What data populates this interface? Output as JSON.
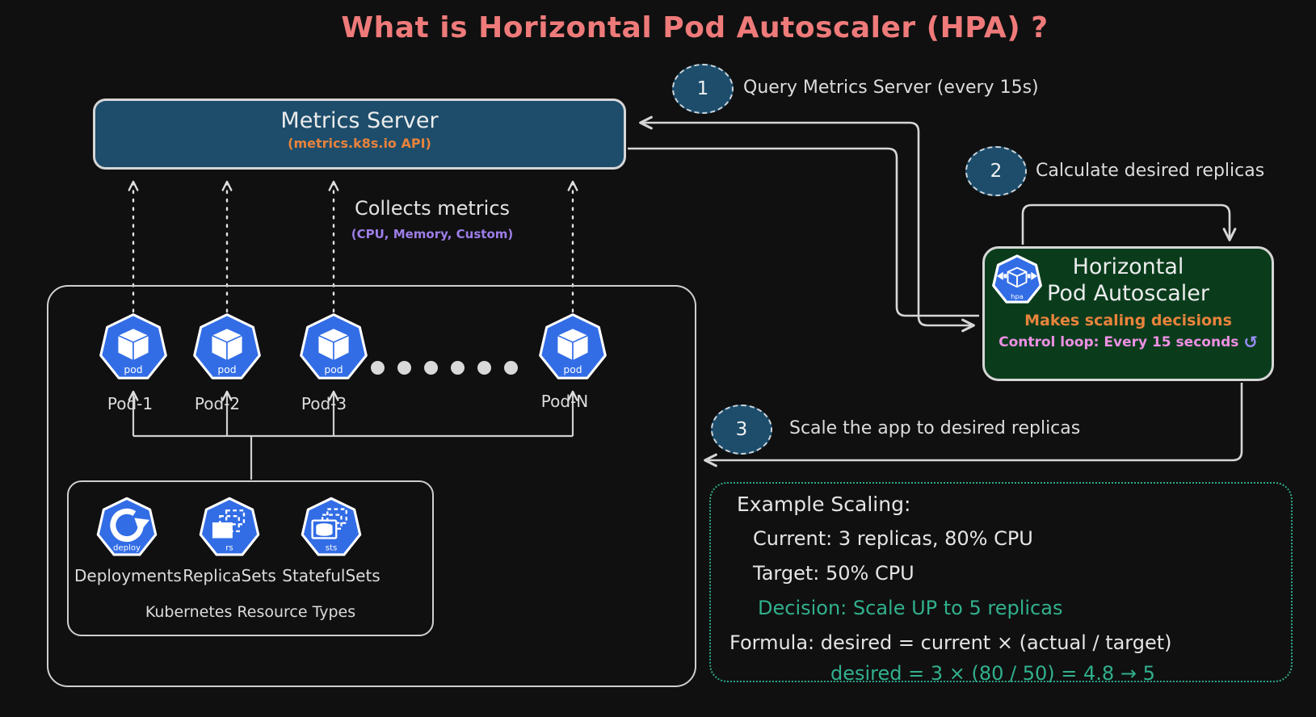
{
  "title": "What is Horizontal Pod Autoscaler (HPA) ?",
  "metrics_server": {
    "title": "Metrics Server",
    "subtitle": "(metrics.k8s.io API)"
  },
  "steps": [
    {
      "num": "1",
      "label": "Query Metrics Server (every 15s)"
    },
    {
      "num": "2",
      "label": "Calculate desired replicas"
    },
    {
      "num": "3",
      "label": "Scale the app to desired replicas"
    }
  ],
  "collects": {
    "title": "Collects metrics",
    "subtitle": "(CPU, Memory, Custom)"
  },
  "hpa": {
    "icon_label": "hpa",
    "title_line1": "Horizontal",
    "title_line2": "Pod Autoscaler",
    "subtitle": "Makes scaling decisions",
    "control_loop": "Control loop: Every 15 seconds",
    "refresh_icon": "↺"
  },
  "pods": {
    "icon_label": "pod",
    "labels": [
      "Pod-1",
      "Pod-2",
      "Pod-3",
      "Pod-N"
    ]
  },
  "resources": {
    "title": "Kubernetes Resource Types",
    "items": [
      {
        "icon_label": "deploy",
        "label": "Deployments"
      },
      {
        "icon_label": "rs",
        "label": "ReplicaSets"
      },
      {
        "icon_label": "sts",
        "label": "StatefulSets"
      }
    ]
  },
  "example": {
    "title": "Example Scaling:",
    "current": "Current: 3 replicas, 80% CPU",
    "target": "Target: 50% CPU",
    "decision": "Decision: Scale UP to 5 replicas",
    "formula": "Formula: desired = current × (actual / target)",
    "calculation": "desired = 3 × (80 / 50) = 4.8 → 5"
  },
  "colors": {
    "background": "#101010",
    "title": "#ef7a7a",
    "steel_blue": "#1d4d6b",
    "dark_green": "#0a3c1c",
    "orange": "#e8833c",
    "purple": "#9d7de8",
    "pink": "#ee8fe3",
    "refresh_purple": "#998ef5",
    "teal": "#2fa98a",
    "kubernetes_blue": "#326de6",
    "border_gray": "#d6d6d6"
  }
}
